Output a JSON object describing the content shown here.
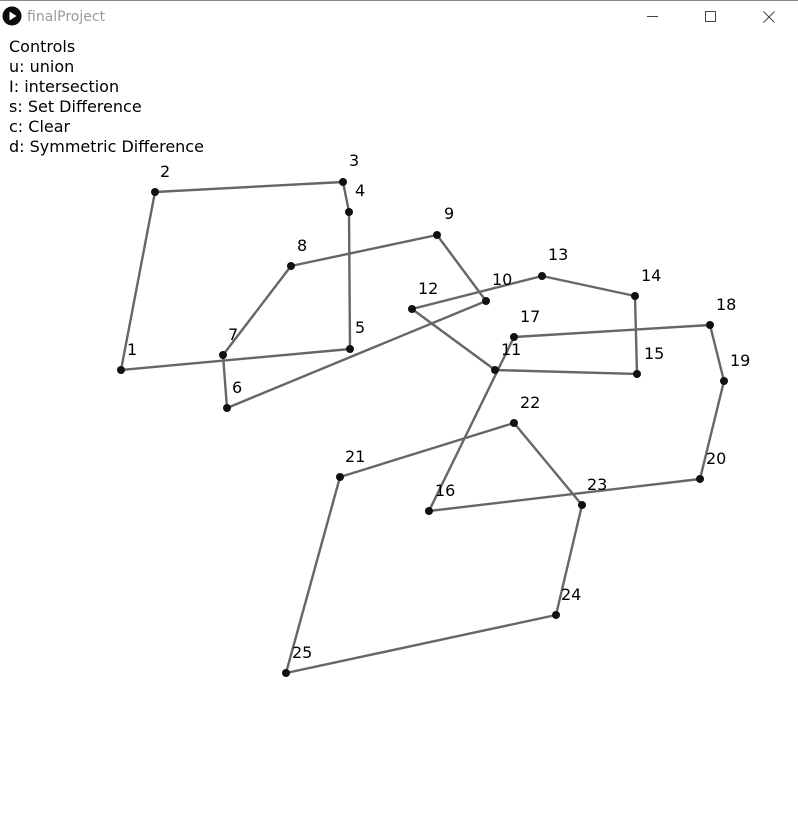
{
  "window": {
    "title": "finalProject",
    "icon": "play-icon",
    "controls": [
      "minimize-icon",
      "maximize-icon",
      "close-icon"
    ]
  },
  "controls": {
    "heading": "Controls",
    "items": [
      "u: union",
      "I: intersection",
      "s: Set Difference",
      "c: Clear",
      "d: Symmetric Difference"
    ]
  },
  "colors": {
    "edge": "#666666",
    "vertex": "#111111",
    "label": "#000000",
    "background": "#ffffff"
  },
  "polygons": {
    "vertex_labels": [
      "1",
      "2",
      "3",
      "4",
      "5",
      "6",
      "7",
      "8",
      "9",
      "10",
      "11",
      "12",
      "13",
      "14",
      "15",
      "16",
      "17",
      "18",
      "19",
      "20",
      "21",
      "22",
      "23",
      "24",
      "25"
    ]
  }
}
